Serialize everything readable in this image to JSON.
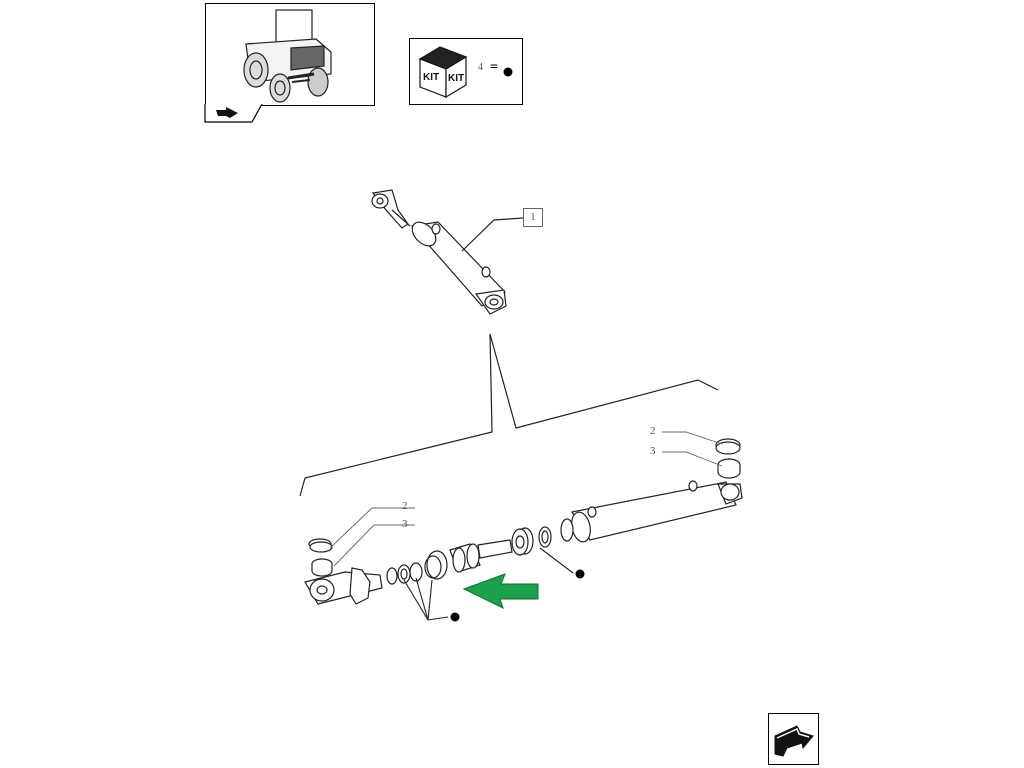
{
  "kit": {
    "icon_label_left": "KIT",
    "icon_label_right": "KIT",
    "item_ref": "4",
    "equals": "="
  },
  "assembly": {
    "main_ref": "1"
  },
  "callouts": {
    "right_circlip": "2",
    "right_bushing": "3",
    "left_circlip": "2",
    "left_bushing": "3"
  },
  "colors": {
    "arrow_green": "#1aa34a",
    "line": "#222222"
  },
  "icons": {
    "thumbnail": "tractor-thumbnail-icon",
    "nav_top": "back-arrow-icon",
    "kit": "kit-box-icon",
    "nav_bottom": "next-page-arrow-icon"
  }
}
